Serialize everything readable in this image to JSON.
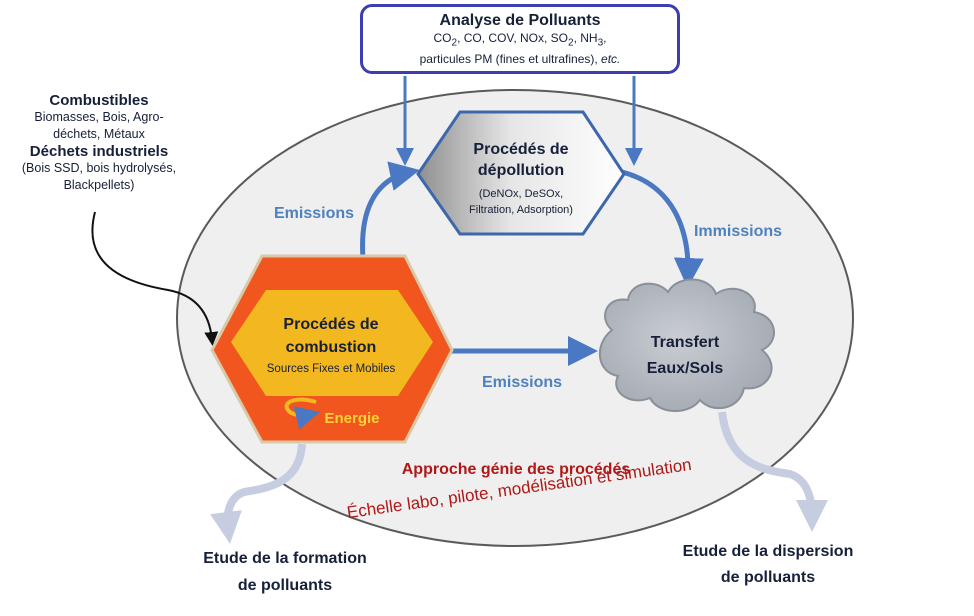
{
  "analyse": {
    "title": "Analyse de Polluants",
    "line1_parts": [
      "CO",
      "2",
      ", CO,  COV, NOx, SO",
      "2",
      ", NH",
      "3",
      ","
    ],
    "line2_main": "particules PM (fines et ultrafines), ",
    "line2_etc": "etc."
  },
  "inputs": {
    "combustibles_title": "Combustibles",
    "combustibles_detail": [
      "Biomasses, Bois, Agro-",
      "déchets, Métaux"
    ],
    "dechets_title": "Déchets industriels",
    "dechets_detail": [
      "(Bois SSD, bois hydrolysés,",
      "Blackpellets)"
    ]
  },
  "depollution": {
    "title_lines": [
      "Procédés de",
      "dépollution"
    ],
    "detail_lines": [
      "(DeNOx, DeSOx,",
      "Filtration, Adsorption)"
    ]
  },
  "combustion": {
    "title_lines": [
      "Procédés de",
      "combustion"
    ],
    "subtitle": "Sources Fixes et Mobiles",
    "energy": "Energie"
  },
  "transfert": {
    "lines": [
      "Transfert",
      "Eaux/Sols"
    ]
  },
  "flows": {
    "emissions_top": "Emissions",
    "emissions_bottom": "Emissions",
    "immissions": "Immissions"
  },
  "approach": {
    "title": "Approche génie des procédés",
    "scale": "Échelle labo, pilote, modélisation et simulation"
  },
  "outputs": {
    "formation": [
      "Etude de la formation",
      "de polluants"
    ],
    "dispersion": [
      "Etude de la dispersion",
      "de polluants"
    ]
  },
  "colors": {
    "box_border": "#3b3fb0",
    "flow_blue": "#4a78c2",
    "label_blue": "#4f81bd",
    "combustion_outer": "#f0561e",
    "combustion_inner": "#f3b820",
    "energy_text": "#ffd23a",
    "approach_red": "#b01818",
    "ellipse_fill": "#efefef",
    "ellipse_stroke": "#5a5a5a",
    "cloud_fill": "#b4b9c1",
    "output_arrow": "#c7cde0"
  }
}
